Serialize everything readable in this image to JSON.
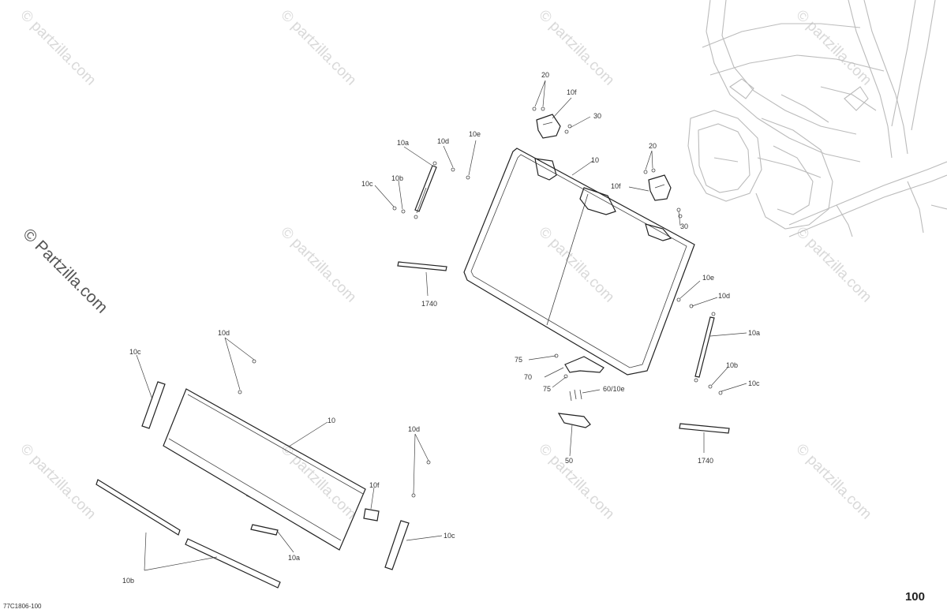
{
  "watermarks": {
    "text": "© Partzilla.com",
    "text_lower": "© partzilla.com"
  },
  "callouts": {
    "c20_top": "20",
    "c10f_top": "10f",
    "c30_top": "30",
    "c10e_top": "10e",
    "c10d_top": "10d",
    "c10a_top": "10a",
    "c10_top": "10",
    "c10c_left": "10c",
    "c10b_left": "10b",
    "c20_right": "20",
    "c10f_right": "10f",
    "c30_right": "30",
    "c1740_left": "1740",
    "c10e_right": "10e",
    "c10d_right": "10d",
    "c10a_right": "10a",
    "c10b_right": "10b",
    "c10c_right": "10c",
    "c75_a": "75",
    "c70": "70",
    "c75_b": "75",
    "c60": "60/10e",
    "c50": "50",
    "c1740_right": "1740",
    "c10d_bl_top": "10d",
    "c10c_bl": "10c",
    "c10_bl": "10",
    "c10d_bl_mid": "10d",
    "c10f_bl": "10f",
    "c10c_bl_right": "10c",
    "c10a_bl": "10a",
    "c10b_bl": "10b"
  },
  "footer": {
    "page_number": "100",
    "diagram_code": "77C1806-100"
  }
}
